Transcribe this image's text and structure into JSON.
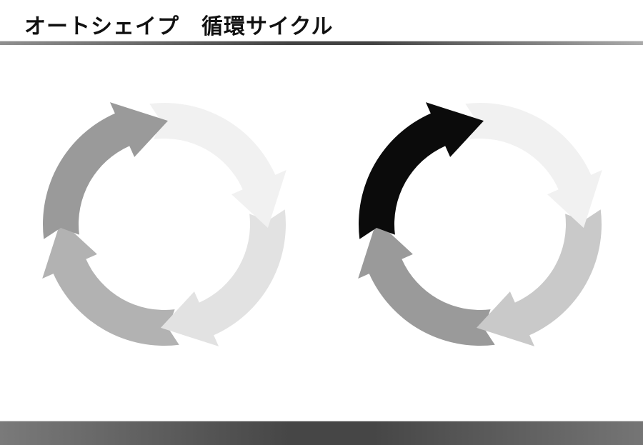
{
  "slide": {
    "title": "オートシェイプ　循環サイクル",
    "title_color": "#111111",
    "background": "#ffffff"
  },
  "divider": {
    "gradient": [
      "#8f8f8f",
      "#424242",
      "#aaaaaa"
    ],
    "top_highlight": "#d9d9d9"
  },
  "footer_bar": {
    "gradient": [
      "#7a7a7a",
      "#464646",
      "#757575"
    ],
    "top_highlight": "#cfcfcf"
  },
  "diagrams": [
    {
      "id": "cycle-left",
      "arrows": [
        {
          "position": "top-left",
          "color": "#9a9a9a"
        },
        {
          "position": "top-right",
          "color": "#f1f1f1"
        },
        {
          "position": "bottom-right",
          "color": "#e2e2e2"
        },
        {
          "position": "bottom-left",
          "color": "#b2b2b2"
        }
      ]
    },
    {
      "id": "cycle-right",
      "arrows": [
        {
          "position": "top-left",
          "color": "#0b0b0b"
        },
        {
          "position": "top-right",
          "color": "#f1f1f1"
        },
        {
          "position": "bottom-right",
          "color": "#c9c9c9"
        },
        {
          "position": "bottom-left",
          "color": "#9a9a9a"
        }
      ]
    }
  ]
}
